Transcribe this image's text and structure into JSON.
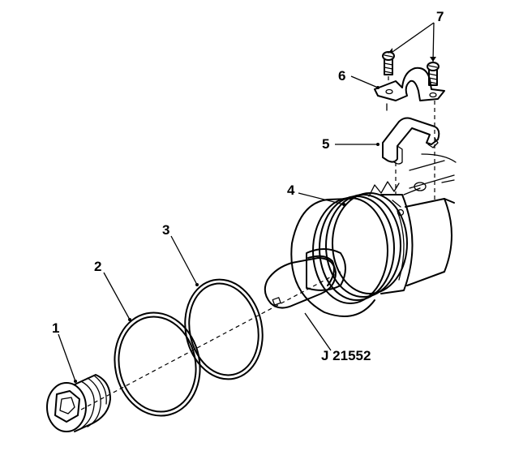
{
  "figure": {
    "callouts": [
      {
        "id": "1",
        "text": "1"
      },
      {
        "id": "2",
        "text": "2"
      },
      {
        "id": "3",
        "text": "3"
      },
      {
        "id": "4",
        "text": "4"
      },
      {
        "id": "5",
        "text": "5"
      },
      {
        "id": "6",
        "text": "6"
      },
      {
        "id": "7",
        "text": "7"
      }
    ],
    "tool_label": "J 21552"
  }
}
